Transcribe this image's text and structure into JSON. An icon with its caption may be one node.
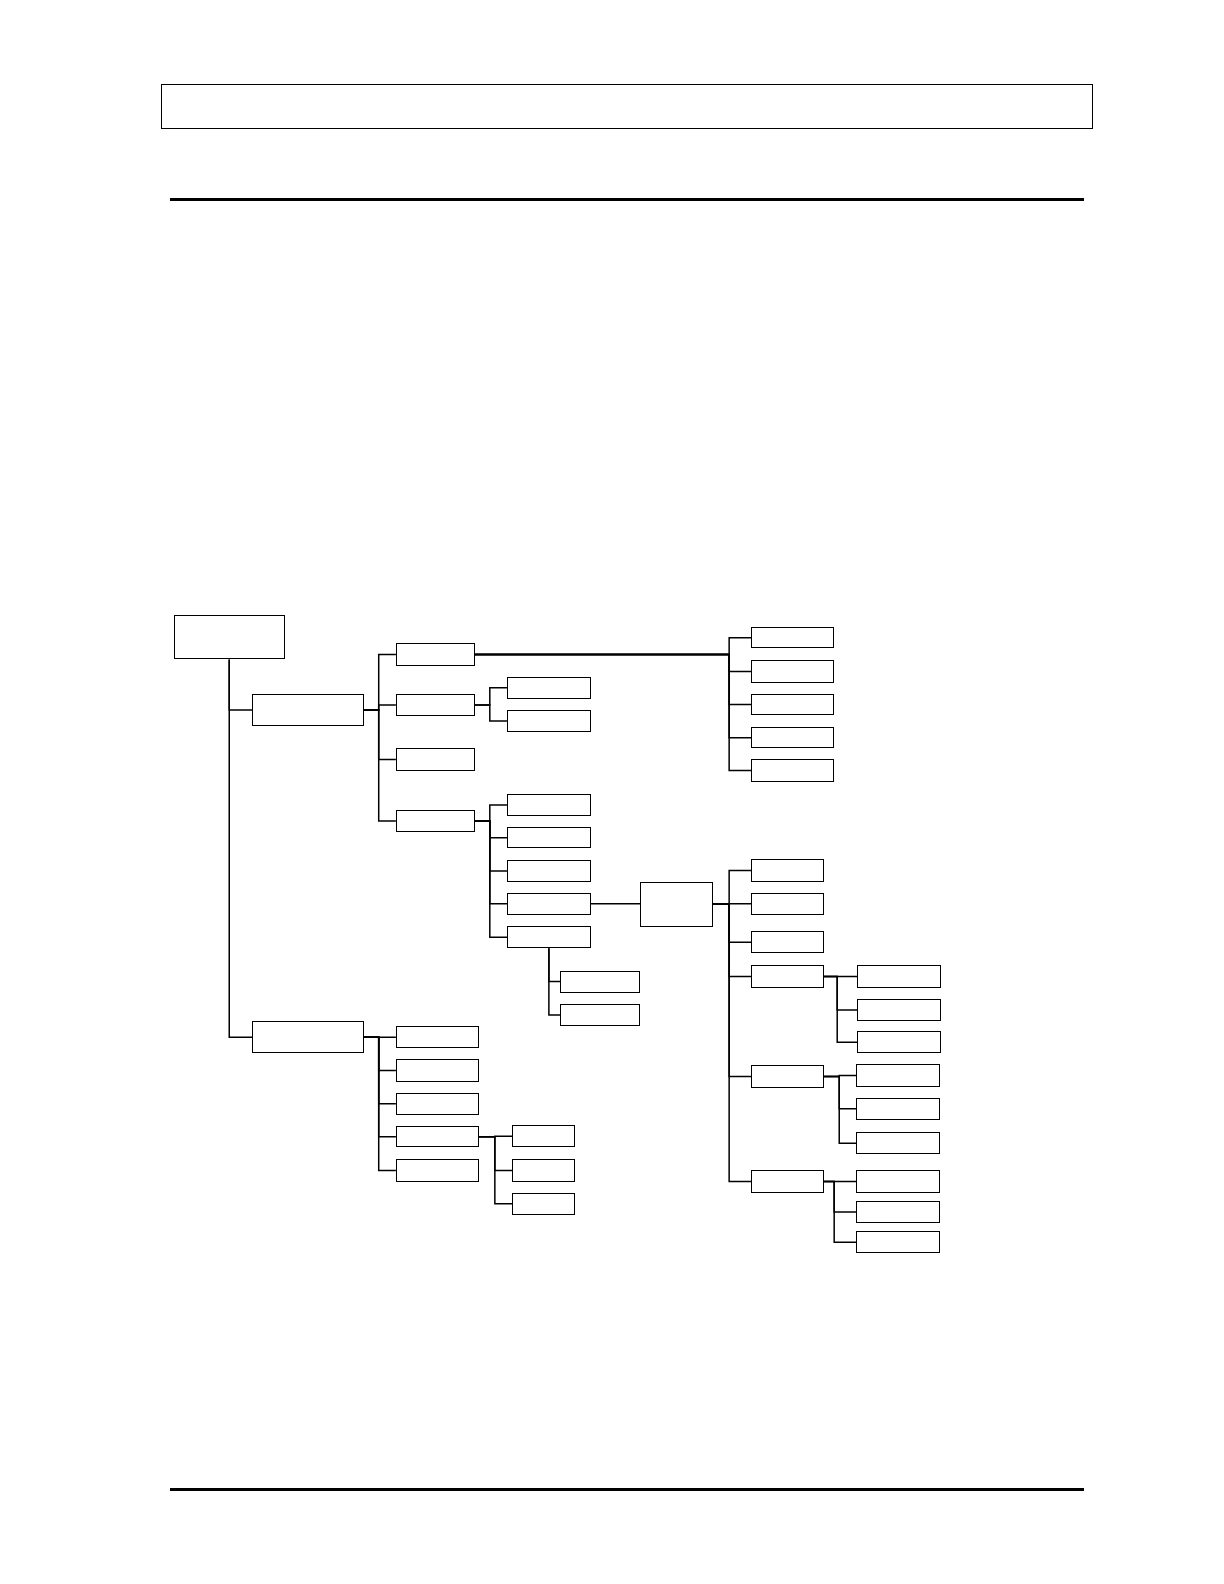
{
  "diagram": {
    "nodes": [
      {
        "text": [],
        "shape": "box"
      },
      {
        "text": [],
        "shape": "box"
      },
      {
        "text": [],
        "shape": "box"
      },
      {
        "text": [],
        "shape": "box"
      },
      {
        "text": [],
        "shape": "box"
      },
      {
        "text": [],
        "shape": "box"
      },
      {
        "text": [],
        "shape": "box"
      },
      {
        "text": [],
        "shape": "box"
      },
      {
        "text": [],
        "shape": "box"
      },
      {
        "text": [],
        "shape": "box"
      },
      {
        "text": [],
        "shape": "box"
      },
      {
        "text": [],
        "shape": "box"
      },
      {
        "text": [],
        "shape": "box"
      },
      {
        "text": [],
        "shape": "box"
      },
      {
        "text": [],
        "shape": "box"
      },
      {
        "text": [],
        "shape": "box"
      },
      {
        "text": [],
        "shape": "box"
      },
      {
        "text": [],
        "shape": "box"
      },
      {
        "text": [],
        "shape": "box"
      },
      {
        "text": [],
        "shape": "box"
      },
      {
        "text": [],
        "shape": "box"
      },
      {
        "text": [],
        "shape": "box"
      },
      {
        "text": [],
        "shape": "box"
      },
      {
        "text": [],
        "shape": "box"
      },
      {
        "text": [],
        "shape": "box"
      },
      {
        "text": [],
        "shape": "box"
      },
      {
        "text": [],
        "shape": "box"
      },
      {
        "text": [],
        "shape": "box"
      },
      {
        "text": [],
        "shape": "box"
      },
      {
        "text": [],
        "shape": "box"
      },
      {
        "text": [],
        "shape": "box"
      },
      {
        "text": [],
        "shape": "box"
      },
      {
        "text": [],
        "shape": "box"
      },
      {
        "text": [],
        "shape": "box"
      },
      {
        "text": [],
        "shape": "box"
      },
      {
        "text": [],
        "shape": "box"
      },
      {
        "text": [],
        "shape": "box"
      },
      {
        "text": [],
        "shape": "box"
      },
      {
        "text": [],
        "shape": "box"
      },
      {
        "text": [],
        "shape": "box"
      },
      {
        "text": [],
        "shape": "box"
      },
      {
        "text": [],
        "shape": "box"
      },
      {
        "text": [],
        "shape": "box"
      },
      {
        "text": [],
        "shape": "box"
      },
      {
        "text": [],
        "shape": "box"
      }
    ],
    "edges": [
      {
        "from": 0,
        "to": 1,
        "arrow": "none"
      },
      {
        "from": 1,
        "to": 2,
        "arrow": "none"
      },
      {
        "from": 2,
        "to": 3,
        "arrow": "none"
      },
      {
        "from": 2,
        "to": 4,
        "arrow": "none"
      },
      {
        "from": 2,
        "to": 5,
        "arrow": "none"
      },
      {
        "from": 2,
        "to": 6,
        "arrow": "none"
      },
      {
        "from": 2,
        "to": 7,
        "arrow": "none"
      },
      {
        "from": 1,
        "to": 8,
        "arrow": "none"
      },
      {
        "from": 8,
        "to": 9,
        "arrow": "none"
      },
      {
        "from": 8,
        "to": 10,
        "arrow": "none"
      },
      {
        "from": 1,
        "to": 11,
        "arrow": "none"
      },
      {
        "from": 1,
        "to": 12,
        "arrow": "none"
      },
      {
        "from": 12,
        "to": 13,
        "arrow": "none"
      },
      {
        "from": 12,
        "to": 14,
        "arrow": "none"
      },
      {
        "from": 12,
        "to": 15,
        "arrow": "none"
      },
      {
        "from": 12,
        "to": 16,
        "arrow": "none"
      },
      {
        "from": 12,
        "to": 17,
        "arrow": "none"
      },
      {
        "from": 17,
        "to": 18,
        "arrow": "none"
      },
      {
        "from": 17,
        "to": 19,
        "arrow": "none"
      },
      {
        "from": 16,
        "to": 20,
        "arrow": "none"
      },
      {
        "from": 20,
        "to": 21,
        "arrow": "none"
      },
      {
        "from": 20,
        "to": 22,
        "arrow": "none"
      },
      {
        "from": 20,
        "to": 23,
        "arrow": "none"
      },
      {
        "from": 20,
        "to": 24,
        "arrow": "none"
      },
      {
        "from": 24,
        "to": 25,
        "arrow": "none"
      },
      {
        "from": 24,
        "to": 26,
        "arrow": "none"
      },
      {
        "from": 24,
        "to": 27,
        "arrow": "none"
      },
      {
        "from": 20,
        "to": 28,
        "arrow": "none"
      },
      {
        "from": 28,
        "to": 29,
        "arrow": "none"
      },
      {
        "from": 28,
        "to": 30,
        "arrow": "none"
      },
      {
        "from": 28,
        "to": 31,
        "arrow": "none"
      },
      {
        "from": 20,
        "to": 32,
        "arrow": "none"
      },
      {
        "from": 32,
        "to": 33,
        "arrow": "none"
      },
      {
        "from": 32,
        "to": 34,
        "arrow": "none"
      },
      {
        "from": 32,
        "to": 35,
        "arrow": "none"
      },
      {
        "from": 0,
        "to": 36,
        "arrow": "none"
      },
      {
        "from": 36,
        "to": 37,
        "arrow": "none"
      },
      {
        "from": 36,
        "to": 38,
        "arrow": "none"
      },
      {
        "from": 36,
        "to": 39,
        "arrow": "none"
      },
      {
        "from": 36,
        "to": 40,
        "arrow": "none"
      },
      {
        "from": 36,
        "to": 41,
        "arrow": "none"
      },
      {
        "from": 40,
        "to": 42,
        "arrow": "none"
      },
      {
        "from": 40,
        "to": 43,
        "arrow": "none"
      },
      {
        "from": 40,
        "to": 44,
        "arrow": "none"
      }
    ]
  }
}
